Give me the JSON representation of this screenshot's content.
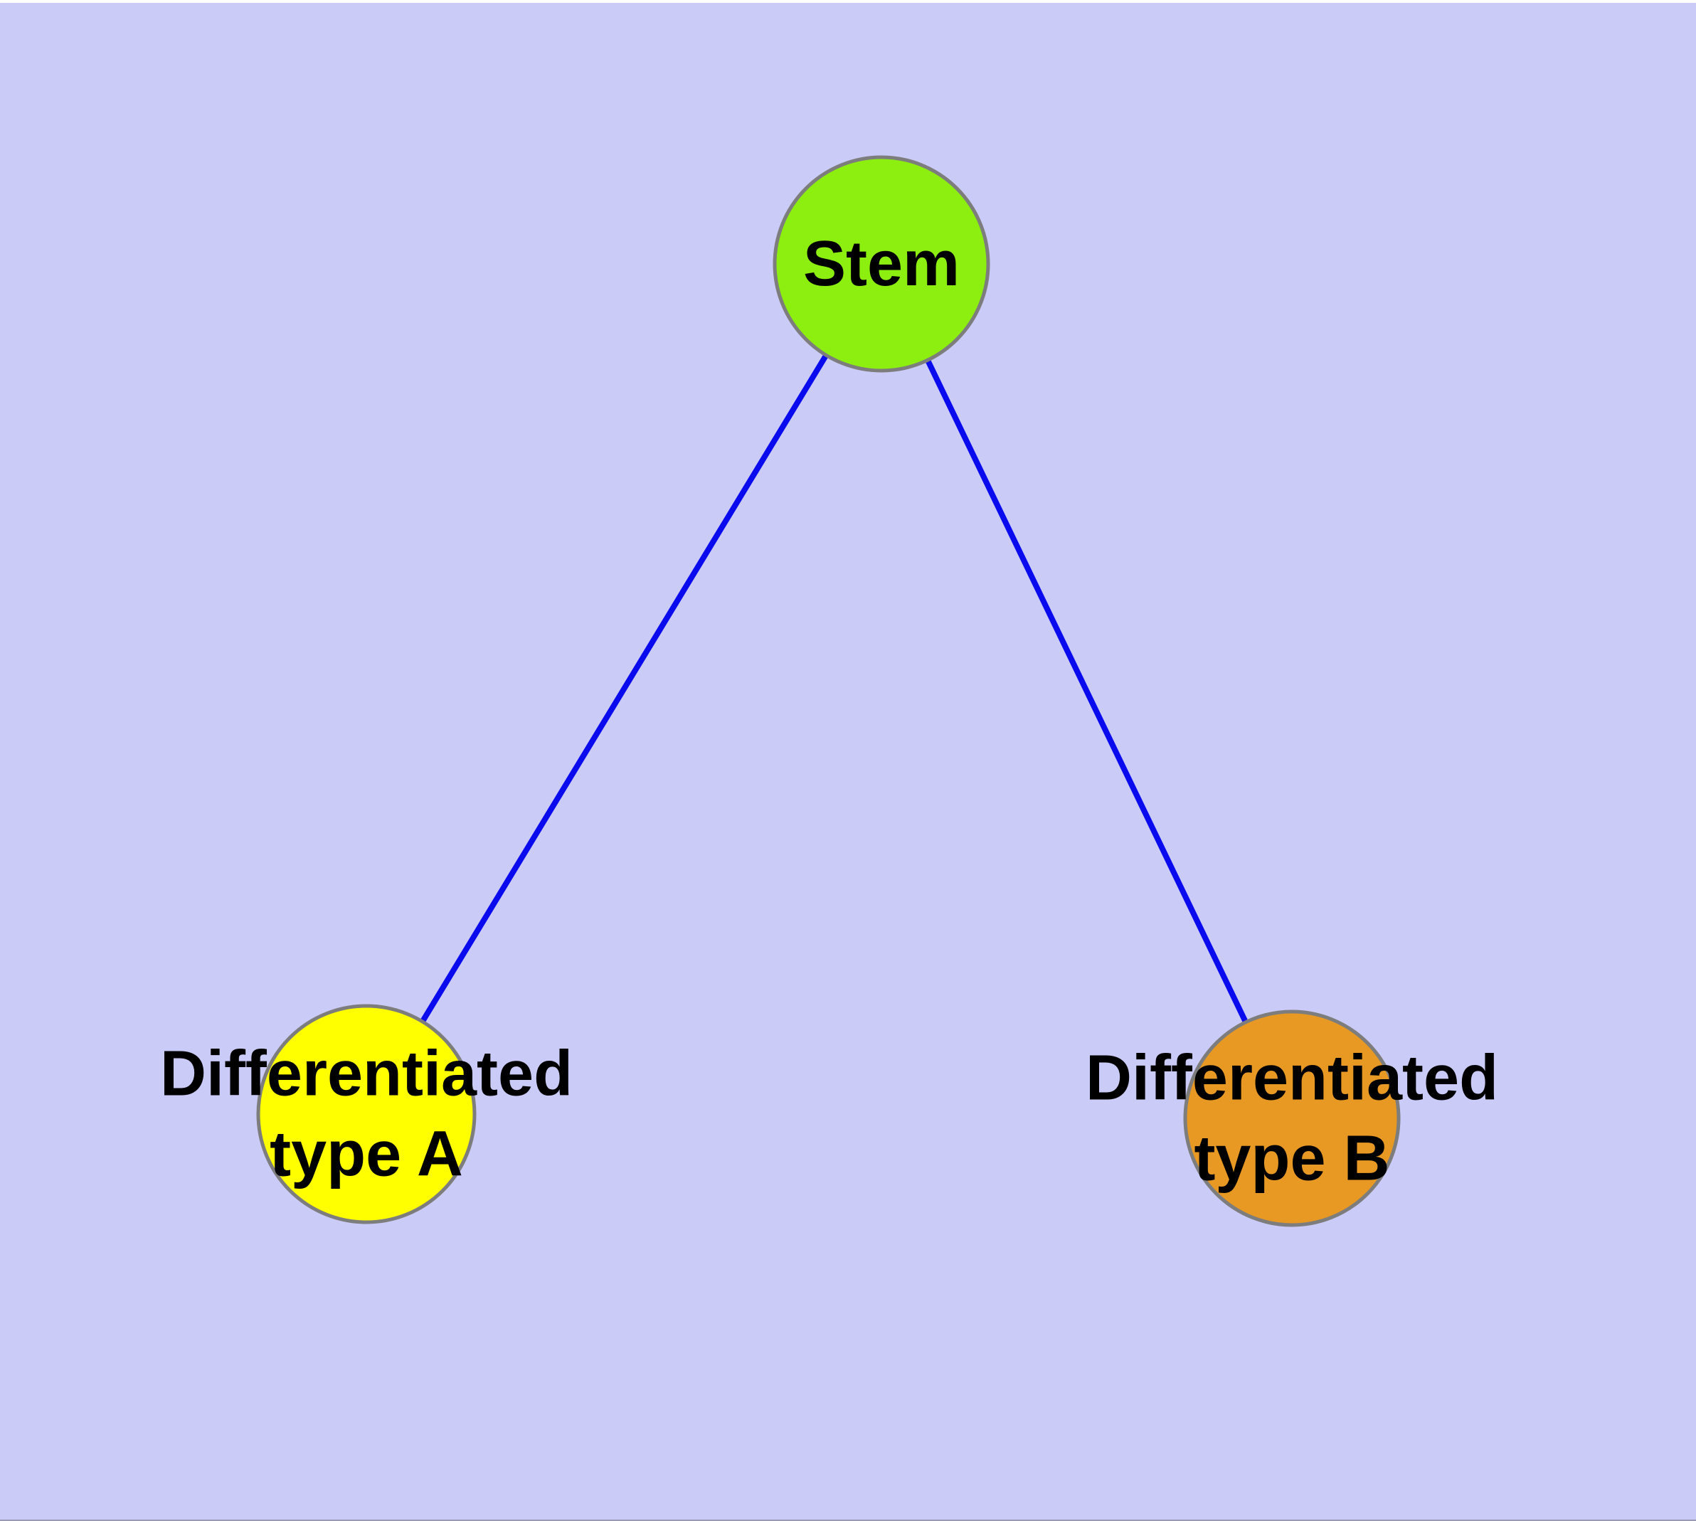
{
  "figure": {
    "type": "graph-diagram",
    "background_color": "#CBCBF8",
    "edge_color": "#0A0AEF",
    "node_border_color": "#7D7D7D",
    "label_color": "#000000",
    "top_strip_color": "#FFFFFF",
    "bottom_line_color": "#9A9AB5",
    "nodes": [
      {
        "id": "stem",
        "label": "Stem",
        "fill": "#8CEF0F",
        "shape": "circle"
      },
      {
        "id": "type-a",
        "label": "Differentiated\ntype A",
        "fill": "#FFFF00",
        "shape": "circle"
      },
      {
        "id": "type-b",
        "label": "Differentiated\ntype B",
        "fill": "#E89923",
        "shape": "circle"
      }
    ],
    "edges": [
      {
        "from": "Stem",
        "to": "Differentiated type A"
      },
      {
        "from": "Stem",
        "to": "Differentiated type B"
      }
    ]
  }
}
